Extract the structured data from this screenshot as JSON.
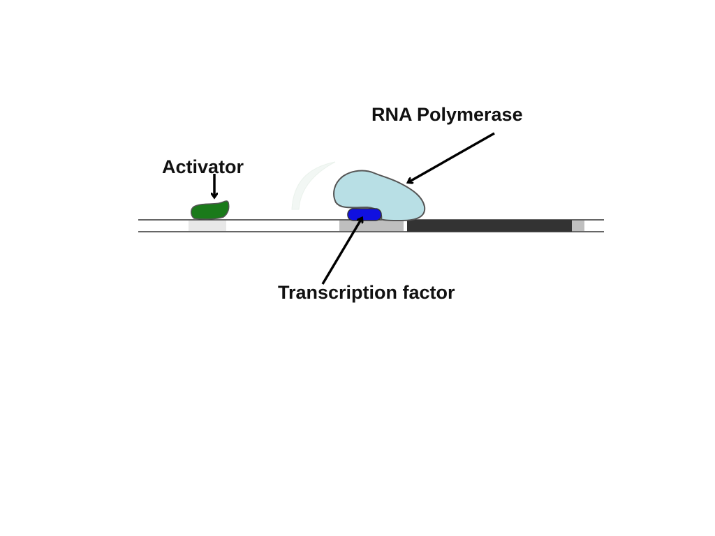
{
  "labels": {
    "rna_polymerase": "RNA Polymerase",
    "activator": "Activator",
    "transcription_factor": "Transcription factor"
  },
  "colors": {
    "dna_line": "#333333",
    "enhancer": "#e8e8e8",
    "promoter": "#bfbfbf",
    "gene": "#333333",
    "gene_end": "#bfbfbf",
    "activator": "#1a7a1a",
    "transcription_factor": "#1010e0",
    "rna_polymerase": "#b8dfe5",
    "arrow": "#000000"
  }
}
